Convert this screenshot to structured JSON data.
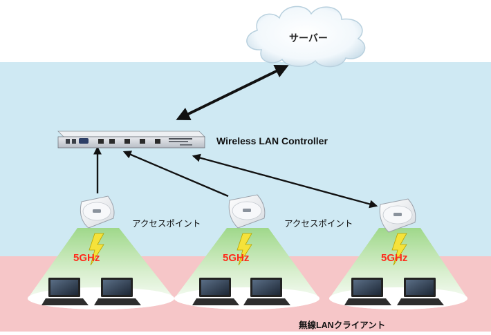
{
  "server": {
    "label": "サーバー"
  },
  "controller": {
    "label": "Wireless LAN Controller"
  },
  "access_points": {
    "label": "アクセスポイント"
  },
  "radio": {
    "frequency": "5GHz"
  },
  "clients": {
    "label": "無線LANクライアント"
  },
  "colors": {
    "top_band": "#ffffff",
    "middle_band": "#cfe9f3",
    "bottom_band": "#f6c6c8",
    "frequency_text": "#ff2a1a",
    "arrow": "#111111"
  }
}
